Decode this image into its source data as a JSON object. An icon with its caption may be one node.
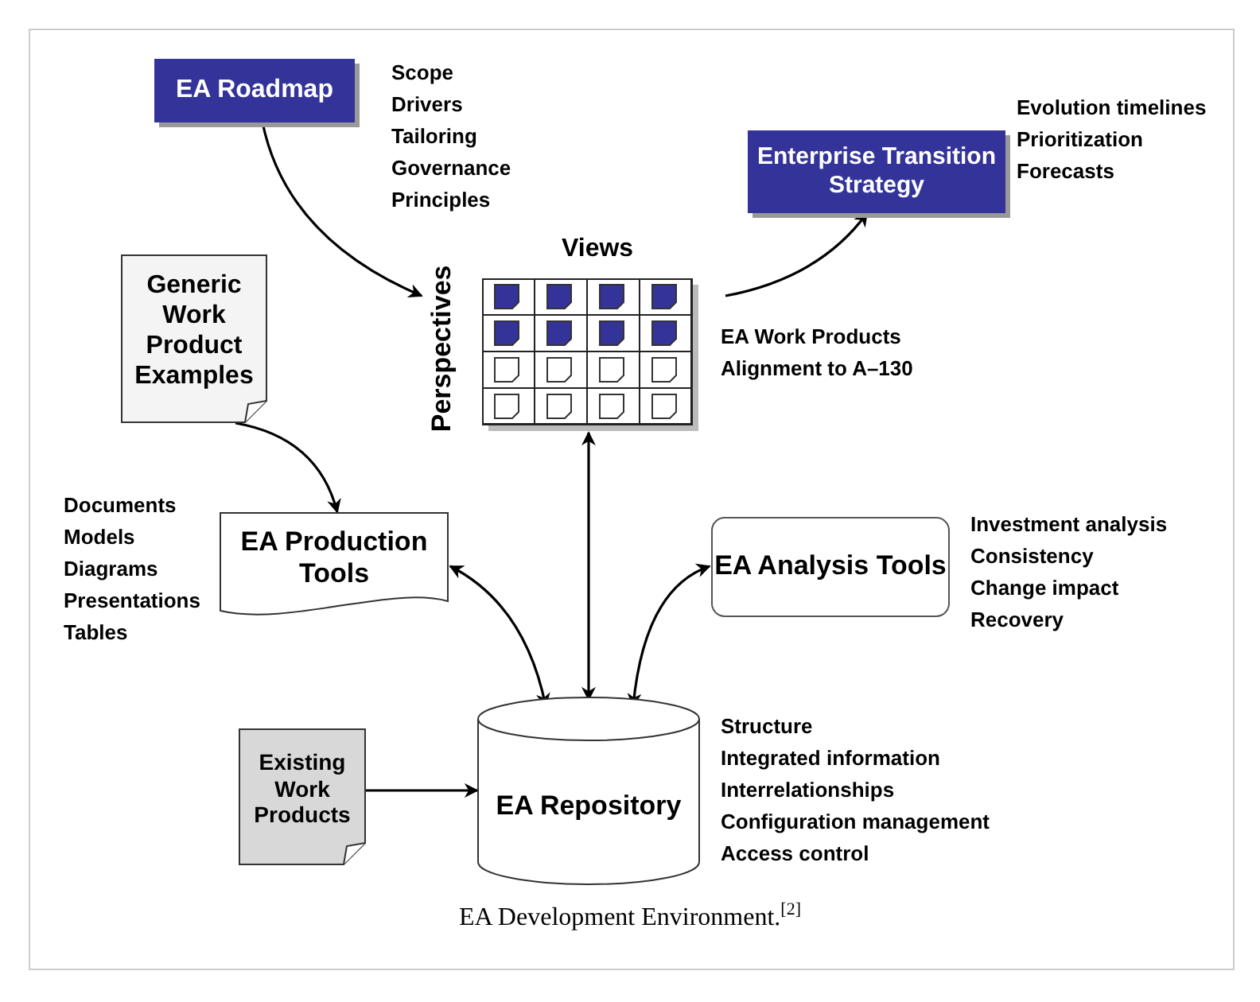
{
  "diagram": {
    "caption": "EA Development Environment.$^{[2]}$",
    "nodes": [
      {
        "text": [
          "EA Roadmap"
        ],
        "beside": [
          "Scope",
          "Drivers",
          "Tailoring",
          "Governance",
          "Principles"
        ]
      },
      {
        "text": [
          "Enterprise Transition Strategy"
        ],
        "beside": [
          "Evolution timelines",
          "Prioritization",
          "Forecasts"
        ]
      },
      {
        "text": [
          "Views",
          "Perspectives"
        ],
        "beside": [
          "EA Work Products",
          "Alignment to A–130"
        ]
      },
      {
        "text": [
          "Generic Work Product Examples"
        ]
      },
      {
        "text": [
          "EA Production Tools"
        ],
        "beside": [
          "Documents",
          "Models",
          "Diagrams",
          "Presentations",
          "Tables"
        ]
      },
      {
        "text": [
          "EA Analysis Tools"
        ],
        "beside": [
          "Investment analysis",
          "Consistency",
          "Change impact",
          "Recovery"
        ]
      },
      {
        "text": [
          "EA Repository"
        ],
        "beside": [
          "Structure",
          "Integrated information",
          "Interrelationships",
          "Configuration management",
          "Access control"
        ]
      },
      {
        "text": [
          "Existing Work Products"
        ]
      }
    ],
    "edges": [
      {
        "from": 0,
        "to": 2,
        "arrow": "to"
      },
      {
        "from": 2,
        "to": 1,
        "arrow": "to"
      },
      {
        "from": 3,
        "to": 4,
        "arrow": "to"
      },
      {
        "from": 4,
        "to": 6,
        "arrow": "both"
      },
      {
        "from": 5,
        "to": 6,
        "arrow": "both"
      },
      {
        "from": 2,
        "to": 6,
        "arrow": "both"
      },
      {
        "from": 7,
        "to": 6,
        "arrow": "to"
      }
    ]
  }
}
